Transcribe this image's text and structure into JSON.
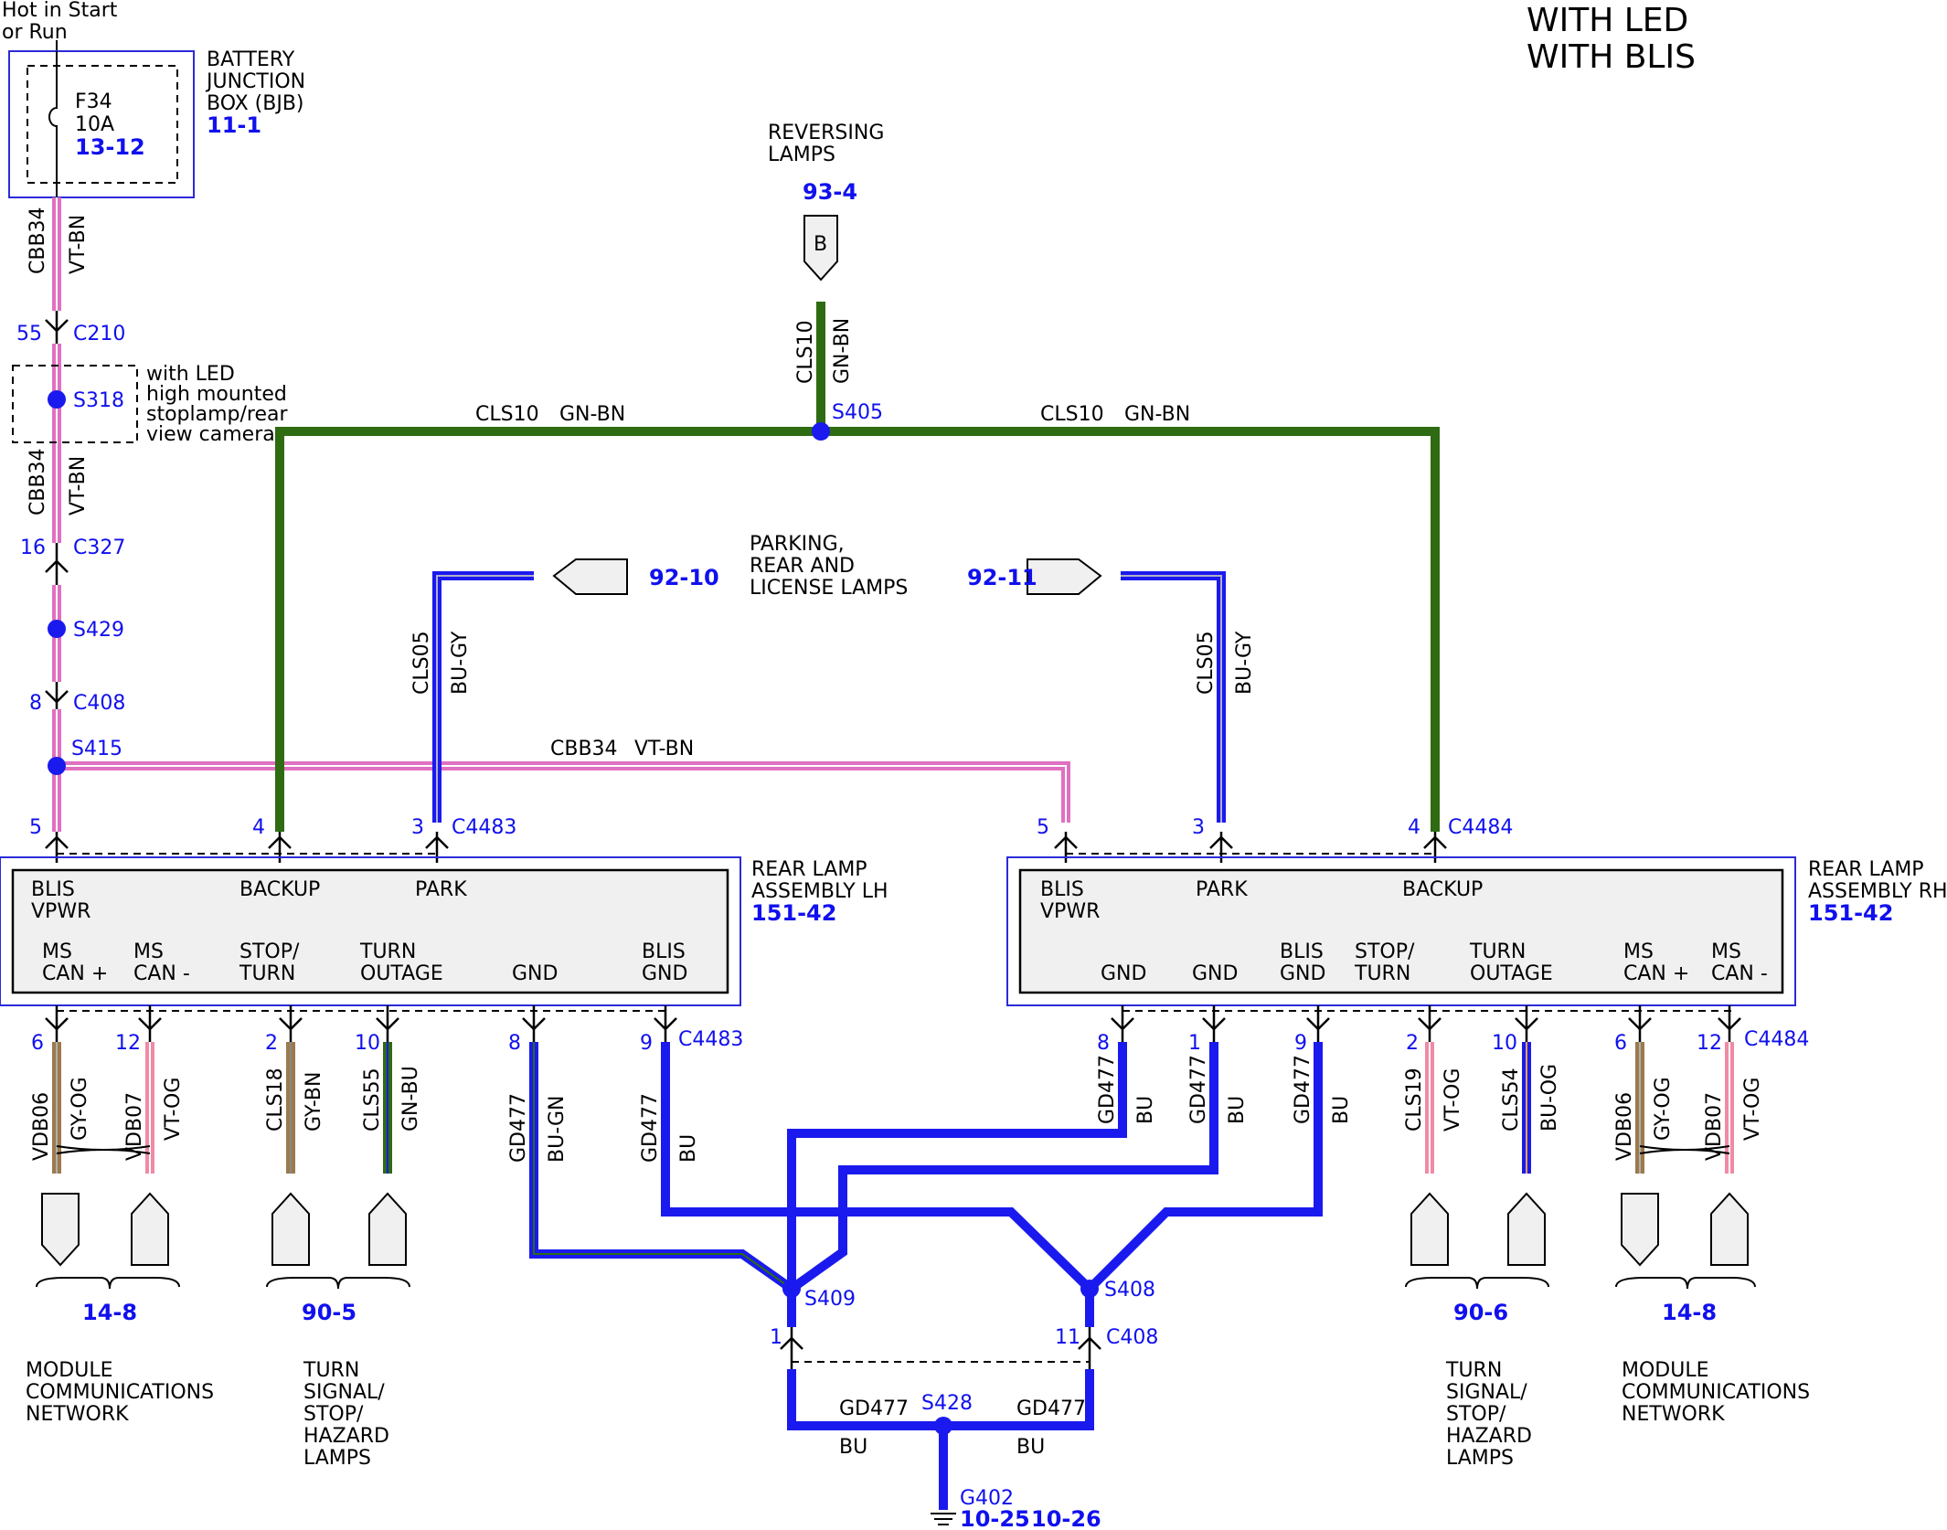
{
  "header": {
    "line1": "WITH LED",
    "line2": "WITH BLIS"
  },
  "power": {
    "line1": "Hot in Start",
    "line2": "or Run"
  },
  "bjb": {
    "line1": "BATTERY",
    "line2": "JUNCTION",
    "line3": "BOX (BJB)",
    "ref": "11-1",
    "fuse_name": "F34",
    "fuse_rating": "10A",
    "fuse_ref": "13-12"
  },
  "reversing": {
    "line1": "REVERSING",
    "line2": "LAMPS",
    "ref": "93-4",
    "tag": "B"
  },
  "parking": {
    "line1": "PARKING,",
    "line2": "REAR AND",
    "line3": "LICENSE LAMPS",
    "ref_lh": "92-10",
    "ref_rh": "92-11"
  },
  "led_note": {
    "line1": "with LED",
    "line2": "high mounted",
    "line3": "stoplamp/rear",
    "line4": "view camera"
  },
  "circuits": {
    "cbb34": "CBB34",
    "vt_bn": "VT-BN",
    "cls10": "CLS10",
    "gn_bn": "GN-BN",
    "cls05": "CLS05",
    "bu_gy": "BU-GY",
    "vdb06": "VDB06",
    "gy_og": "GY-OG",
    "vdb07": "VDB07",
    "vt_og": "VT-OG",
    "cls18": "CLS18",
    "gy_bn": "GY-BN",
    "cls55": "CLS55",
    "gn_bu": "GN-BU",
    "gd477": "GD477",
    "bu_gn": "BU-GN",
    "bu": "BU",
    "cls19": "CLS19",
    "cls54": "CLS54",
    "bu_og": "BU-OG"
  },
  "connectors": {
    "c210": "C210",
    "c327": "C327",
    "c408": "C408",
    "c4483": "C4483",
    "c4484": "C4484",
    "s318": "S318",
    "s429": "S429",
    "s415": "S415",
    "s405": "S405",
    "s409": "S409",
    "s408": "S408",
    "s428": "S428",
    "g402": "G402"
  },
  "pins": {
    "p55": "55",
    "p16": "16",
    "p8": "8",
    "p5": "5",
    "p4": "4",
    "p3": "3",
    "p6": "6",
    "p12": "12",
    "p2": "2",
    "p10": "10",
    "p9": "9",
    "p1": "1",
    "p11": "11"
  },
  "lh": {
    "line1": "REAR LAMP",
    "line2": "ASSEMBLY LH",
    "ref": "151-42",
    "blis_vpwr_1": "BLIS",
    "blis_vpwr_2": "VPWR",
    "backup": "BACKUP",
    "park": "PARK",
    "ms_can_p_1": "MS",
    "ms_can_p_2": "CAN +",
    "ms_can_m_1": "MS",
    "ms_can_m_2": "CAN -",
    "stop_turn_1": "STOP/",
    "stop_turn_2": "TURN",
    "turn_outage_1": "TURN",
    "turn_outage_2": "OUTAGE",
    "gnd": "GND",
    "blis_gnd_1": "BLIS",
    "blis_gnd_2": "GND"
  },
  "rh": {
    "line1": "REAR LAMP",
    "line2": "ASSEMBLY RH",
    "ref": "151-42",
    "blis_vpwr_1": "BLIS",
    "blis_vpwr_2": "VPWR",
    "park": "PARK",
    "backup": "BACKUP",
    "gnd": "GND",
    "blis_gnd_1": "BLIS",
    "blis_gnd_2": "GND",
    "stop_turn_1": "STOP/",
    "stop_turn_2": "TURN",
    "turn_outage_1": "TURN",
    "turn_outage_2": "OUTAGE",
    "ms_can_p_1": "MS",
    "ms_can_p_2": "CAN +",
    "ms_can_m_1": "MS",
    "ms_can_m_2": "CAN -"
  },
  "bottom": {
    "ref_14_8": "14-8",
    "ref_90_5": "90-5",
    "ref_90_6": "90-6",
    "ref_10_25": "10-25",
    "ref_10_26": "10-26",
    "mcn_1": "MODULE",
    "mcn_2": "COMMUNICATIONS",
    "mcn_3": "NETWORK",
    "tsl_1": "TURN",
    "tsl_2": "SIGNAL/",
    "tsl_3": "STOP/",
    "tsl_4": "HAZARD",
    "tsl_5": "LAMPS"
  },
  "colors": {
    "violet_pink": "#e070c0",
    "green": "#2e6b12",
    "blue": "#1a1aee",
    "pink": "#f08aa6",
    "tan": "#9c7a4c",
    "callout": "#1010ee"
  }
}
